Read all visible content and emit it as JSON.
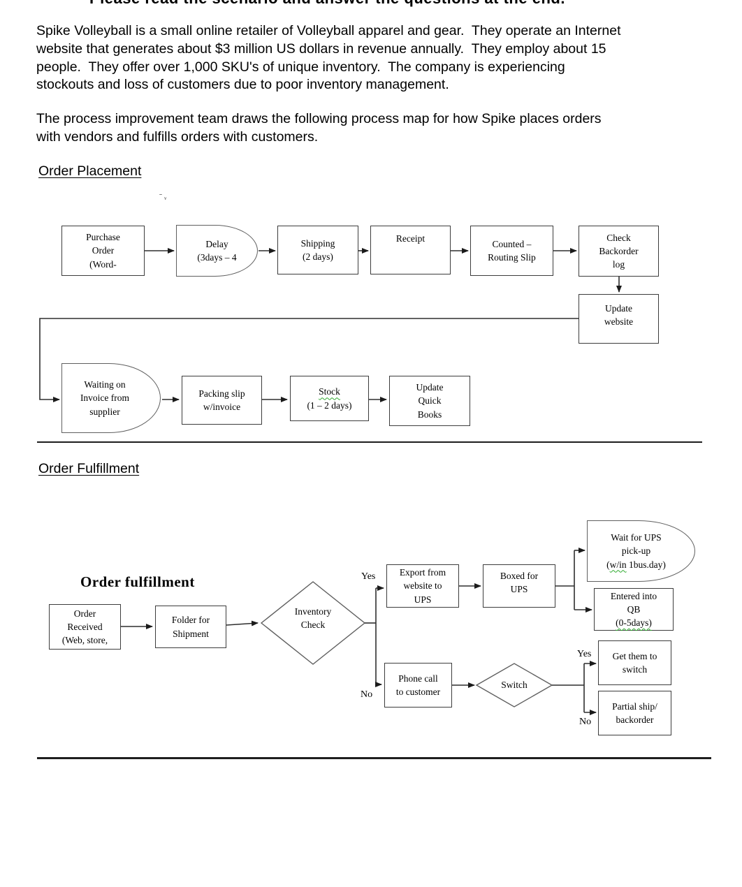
{
  "banner": "Please read the scenario and answer the questions at the end.",
  "intro": {
    "p1": "Spike Volleyball is a small online retailer of Volleyball apparel and gear.  They operate an Internet\nwebsite that generates about $3 million US dollars in revenue annually.  They employ about 15\npeople.  They offer over 1,000 SKU's of unique inventory.  The company is experiencing\nstockouts and loss of customers due to poor inventory management.",
    "p2": "The process improvement team draws the following process map for how Spike places orders\nwith vendors and fulfills orders with customers."
  },
  "order_placement": {
    "heading": "Order Placement",
    "stray_mark": "ˉ ᵥ",
    "nodes": {
      "purchase_order": "Purchase\nOrder\n(Word-",
      "delay": "Delay\n(3days – 4",
      "shipping": "Shipping\n(2 days)",
      "receipt": "Receipt",
      "counted_routing": "Counted –\nRouting Slip",
      "check_backorder": "Check\nBackorder\nlog",
      "update_website": "Update\nwebsite",
      "waiting_invoice": "Waiting on\nInvoice from\nsupplier",
      "packing_slip": "Packing slip\nw/invoice",
      "stock_word": "Stock",
      "stock_days": "(1 – 2 days)",
      "update_quickbooks": "Update\nQuick\nBooks"
    }
  },
  "order_fulfillment": {
    "heading": "Order Fulfillment",
    "chart_title": "Order fulfillment",
    "nodes": {
      "order_received": "Order\nReceived\n(Web, store,",
      "folder_shipment": "Folder for\nShipment",
      "inventory_check": "Inventory\nCheck",
      "export_ups": "Export from\nwebsite to\nUPS",
      "boxed_ups": "Boxed for\nUPS",
      "wait_ups_l1": "Wait for UPS",
      "wait_ups_l2": "pick-up",
      "wait_ups_l3_pre": "(",
      "wait_ups_l3_wavy": "w/in",
      "wait_ups_l3_post": " 1bus.day)",
      "entered_qb_l1": "Entered into",
      "entered_qb_l2": "QB",
      "entered_qb_l3": "(0-5days)",
      "get_them_switch": "Get them to\nswitch",
      "partial_ship": "Partial ship/\nbackorder",
      "phone_call": "Phone call\nto customer",
      "switch": "Switch"
    },
    "labels": {
      "yes1": "Yes",
      "no1": "No",
      "yes2": "Yes",
      "no2": "No"
    }
  },
  "colors": {
    "ink": "#000000",
    "box_border": "#3c3c3c",
    "squiggle": "#2faa2f"
  }
}
